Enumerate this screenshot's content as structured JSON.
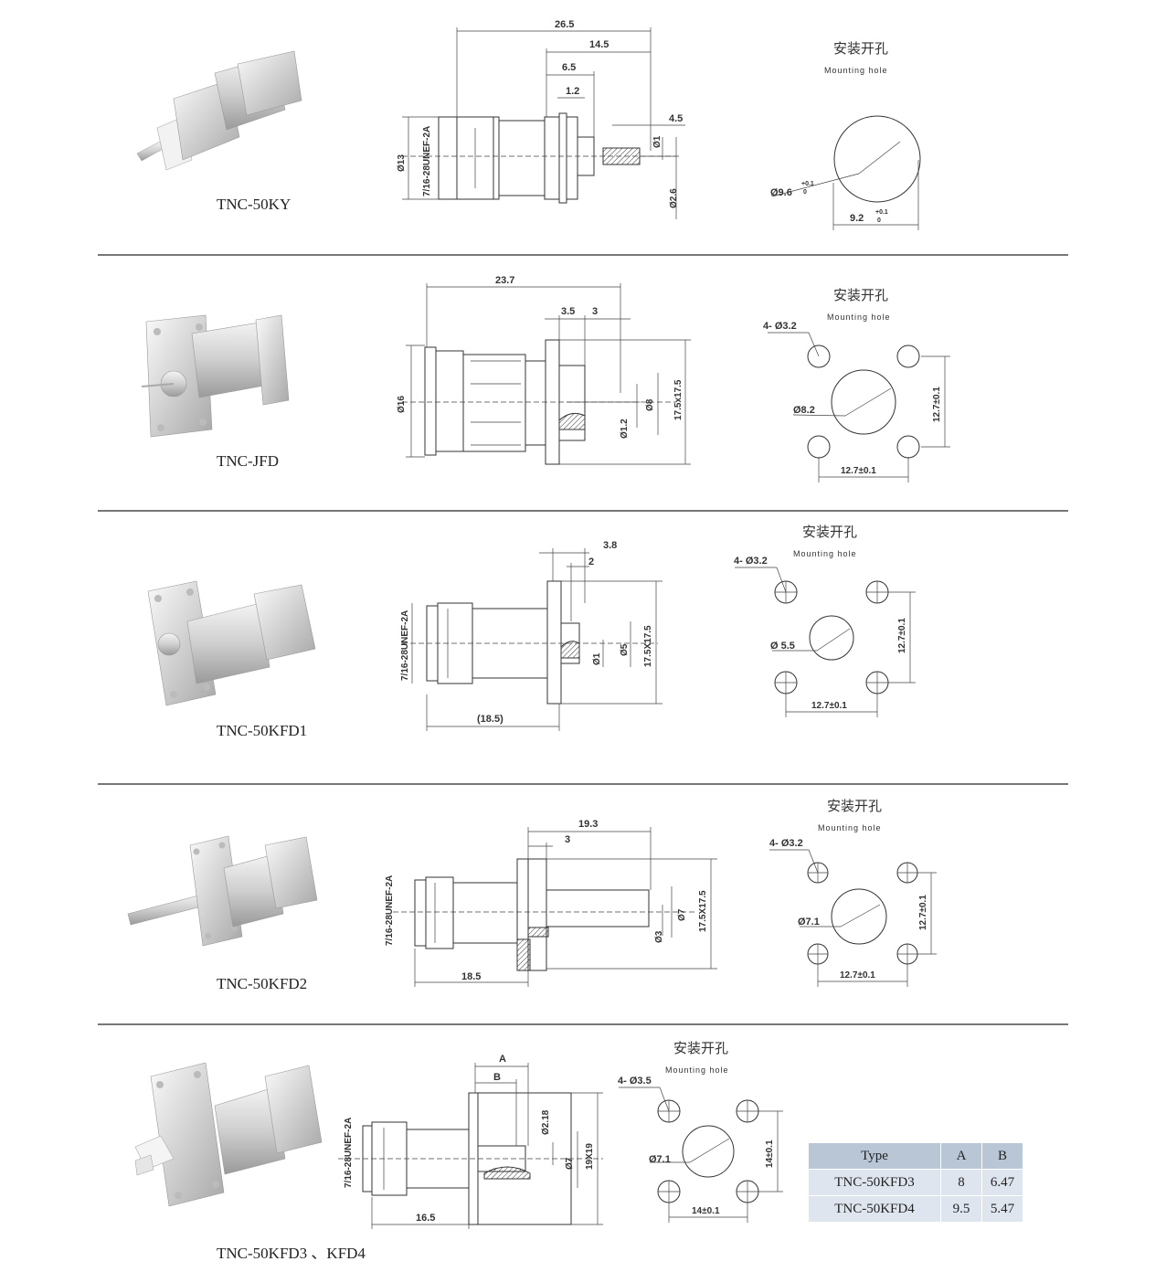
{
  "rows": [
    {
      "model": "TNC-50KY",
      "dims": [
        "26.5",
        "14.5",
        "6.5",
        "1.2",
        "4.5",
        "Ø13",
        "7/16-28UNEF-2A",
        "Ø1",
        "Ø2.6"
      ],
      "hole": {
        "cn": "安装开孔",
        "en": "Mounting hole",
        "d1": "Ø9.6",
        "d1tol": "+0.1",
        "d1tol2": "0",
        "d2": "9.2",
        "d2tol": "+0.1",
        "d2tol2": "0"
      }
    },
    {
      "model": "TNC-JFD",
      "dims": [
        "23.7",
        "3.5",
        "3",
        "Ø16",
        "Ø8",
        "17.5x17.5",
        "Ø1.2"
      ],
      "hole": {
        "cn": "安装开孔",
        "en": "Mounting hole",
        "holes": "4- Ø3.2",
        "center": "Ø8.2",
        "pitch_h": "12.7±0.1",
        "pitch_v": "12.7±0.1"
      }
    },
    {
      "model": "TNC-50KFD1",
      "dims": [
        "3.8",
        "2",
        "7/16-28UNEF-2A",
        "Ø5",
        "17.5X17.5",
        "Ø1",
        "(18.5)"
      ],
      "hole": {
        "cn": "安装开孔",
        "en": "Mounting hole",
        "holes": "4- Ø3.2",
        "center": "Ø 5.5",
        "pitch_h": "12.7±0.1",
        "pitch_v": "12.7±0.1"
      }
    },
    {
      "model": "TNC-50KFD2",
      "dims": [
        "19.3",
        "3",
        "7/16-28UNEF-2A",
        "Ø7",
        "Ø3",
        "17.5X17.5",
        "18.5"
      ],
      "hole": {
        "cn": "安装开孔",
        "en": "Mounting hole",
        "holes": "4- Ø3.2",
        "center": "Ø7.1",
        "pitch_h": "12.7±0.1",
        "pitch_v": "12.7±0.1"
      }
    },
    {
      "model": "TNC-50KFD3 、KFD4",
      "dims": [
        "A",
        "B",
        "Ø2.18",
        "Ø7",
        "19X19",
        "7/16-28UNEF-2A",
        "16.5"
      ],
      "hole": {
        "cn": "安装开孔",
        "en": "Mounting hole",
        "holes": "4- Ø3.5",
        "center": "Ø7.1",
        "pitch_h": "14±0.1",
        "pitch_v": "14±0.1"
      }
    }
  ],
  "table": {
    "headers": [
      "Type",
      "A",
      "B"
    ],
    "rows": [
      [
        "TNC-50KFD3",
        "8",
        "6.47"
      ],
      [
        "TNC-50KFD4",
        "9.5",
        "5.47"
      ]
    ]
  }
}
